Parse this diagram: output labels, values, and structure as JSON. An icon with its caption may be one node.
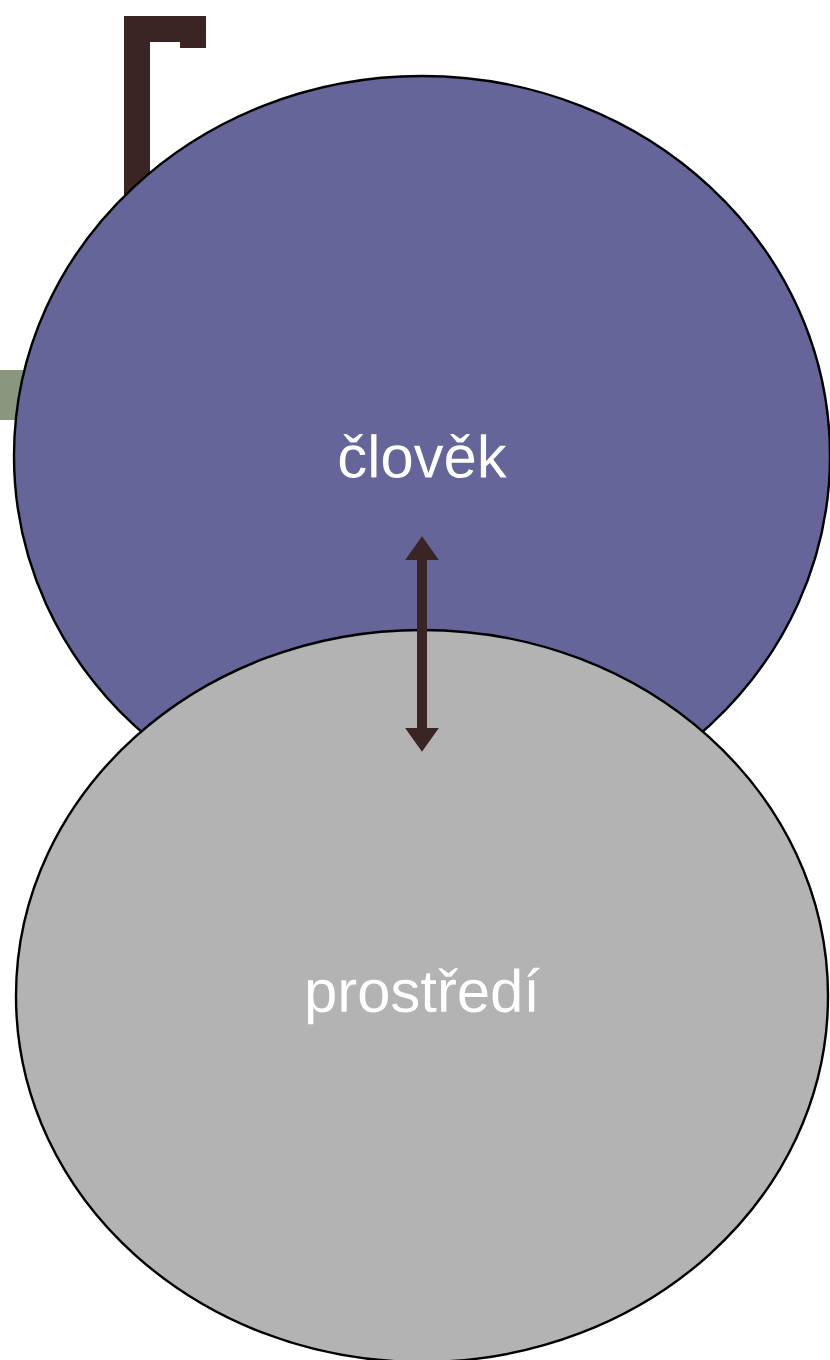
{
  "diagram": {
    "nodes": [
      {
        "text": [
          "člověk"
        ]
      },
      {
        "text": [
          "prostředí"
        ]
      }
    ],
    "edges": [
      {
        "from": 0,
        "to": 1,
        "arrow": "both"
      }
    ]
  }
}
